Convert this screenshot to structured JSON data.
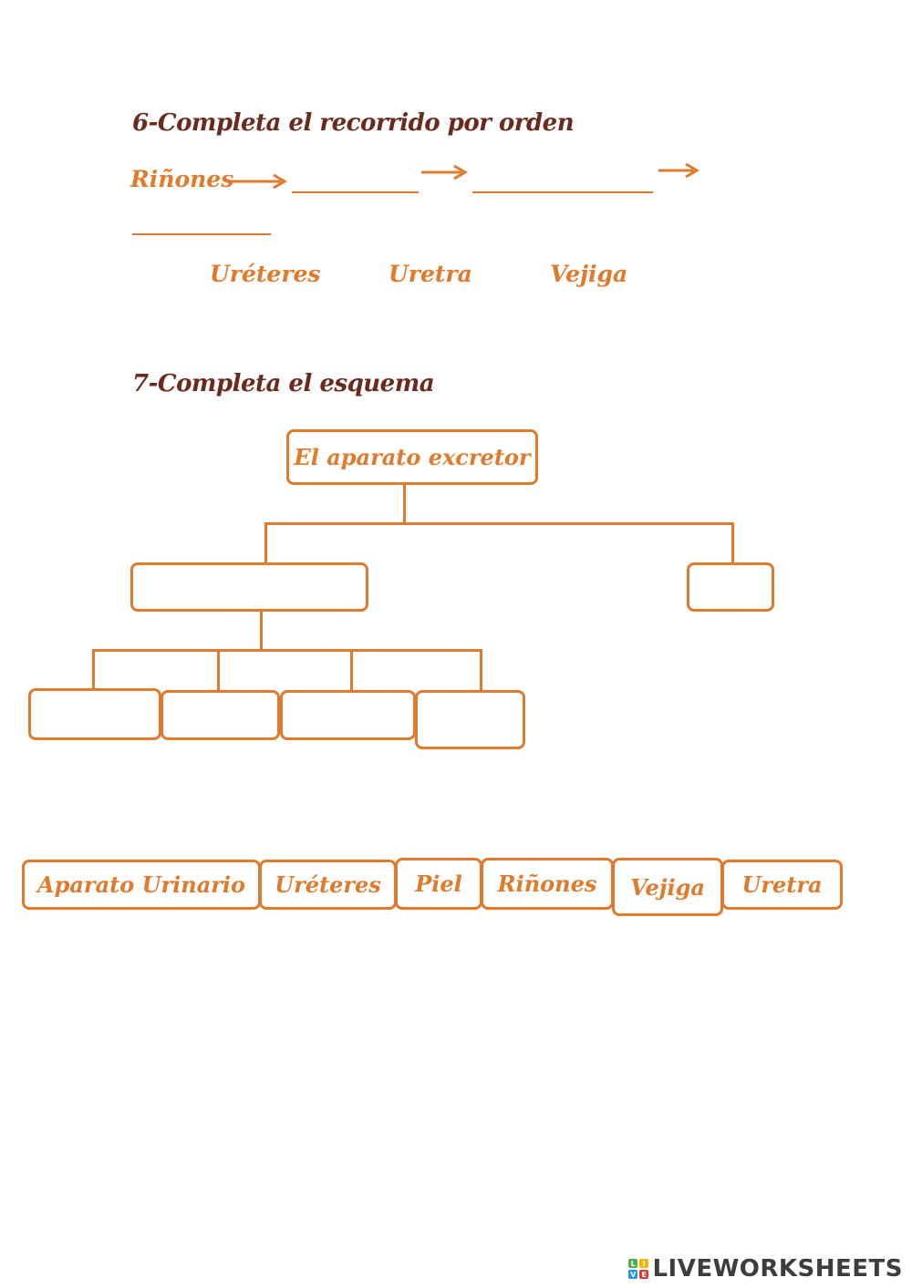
{
  "exercise6": {
    "heading": "6-Completa el recorrido por orden",
    "start_word": "Riñones",
    "blank_1": "",
    "blank_2": "",
    "blank_3": "",
    "word_bank": [
      "Uréteres",
      "Uretra",
      "Vejiga"
    ]
  },
  "exercise7": {
    "heading": "7-Completa el esquema",
    "root_label": "El aparato excretor",
    "slots": {
      "level1_left": "",
      "level1_right": "",
      "level2_1": "",
      "level2_2": "",
      "level2_3": "",
      "level2_4": ""
    },
    "word_tiles": [
      "Aparato Urinario",
      "Uréteres",
      "Piel",
      "Riñones",
      "Vejiga",
      "Uretra"
    ]
  },
  "footer": {
    "brand": "LIVEWORKSHEETS",
    "logo_letters": [
      "L",
      "I",
      "V",
      "E"
    ],
    "colors": {
      "accent": "#e07a2c",
      "heading": "#6b2a1e",
      "brand_text": "#3d3d3d"
    }
  }
}
